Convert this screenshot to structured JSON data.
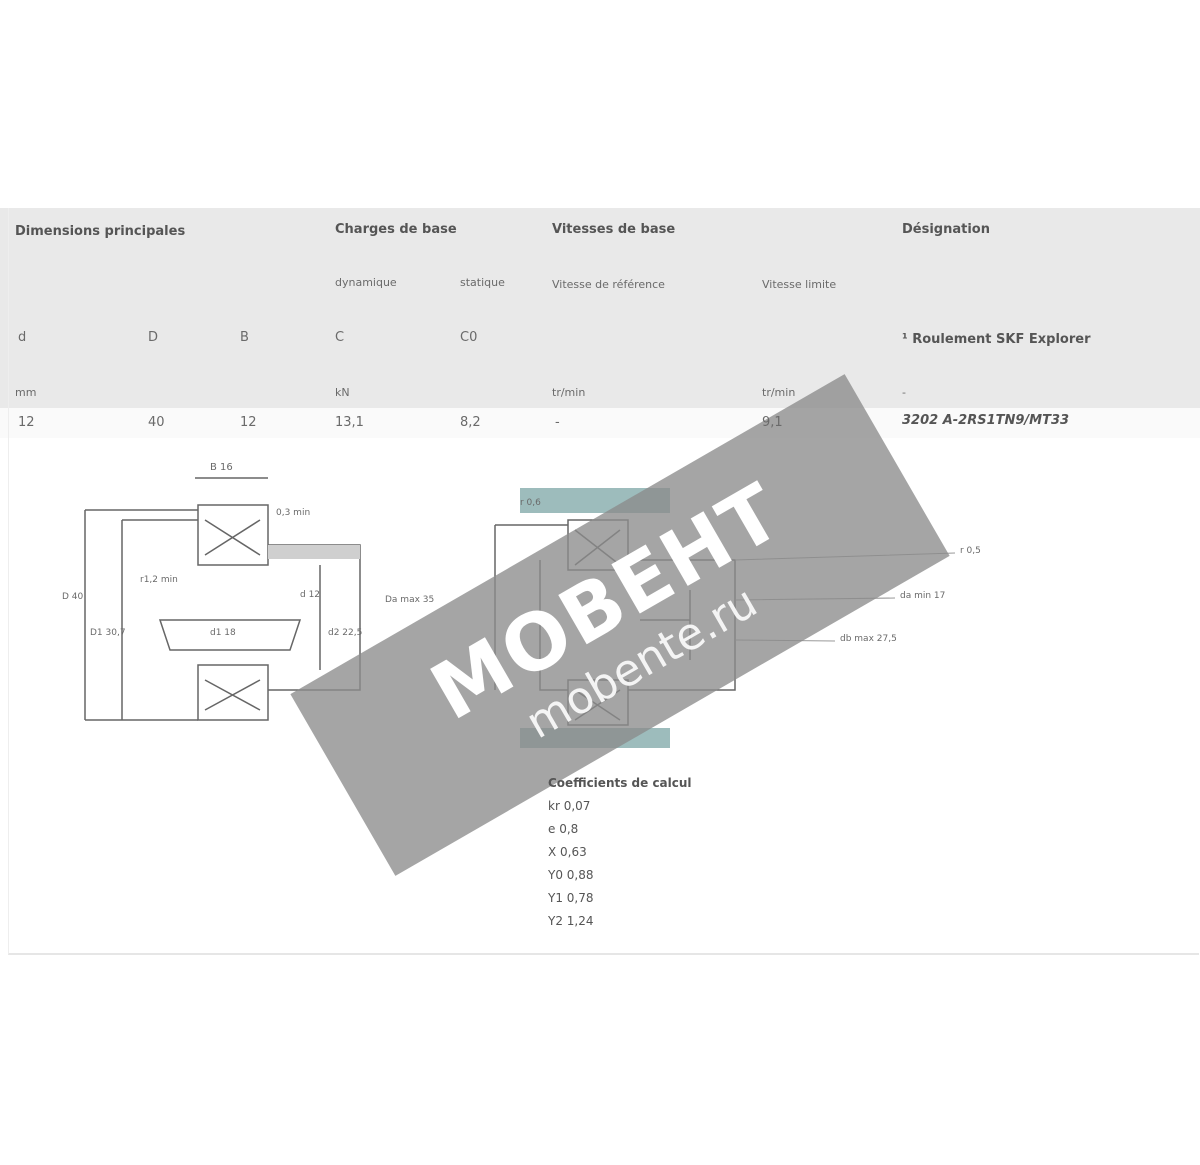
{
  "table": {
    "group_headers": {
      "dimensions": "Dimensions principales",
      "charges": "Charges de base",
      "vitesses": "Vitesses de base",
      "designation": "Désignation"
    },
    "sub_headers": {
      "dynamique": "dynamique",
      "statique": "statique",
      "vitesse_ref": "Vitesse de référence",
      "vitesse_lim": "Vitesse limite",
      "designation_note": "¹ Roulement SKF Explorer"
    },
    "symbols": [
      "d",
      "D",
      "B",
      "C",
      "C0"
    ],
    "units": [
      "mm",
      "kN",
      "tr/min",
      "tr/min",
      "-"
    ],
    "row": [
      "12",
      "40",
      "12",
      "13,1",
      "8,2",
      "-",
      "9,1",
      "3202 A-2RS1TN9/MT33"
    ]
  },
  "drawing": {
    "labels": [
      "B 16",
      "0,3 min",
      "r1,2 min",
      "D 40",
      "D1 30,7",
      "d1 18",
      "d 12",
      "d2 22,5",
      "Da max 35",
      "r 0,5",
      "da min 17",
      "db max 27,5",
      "r 0,6"
    ],
    "legend_title": "Coefficients de calcul",
    "legend_items": [
      "kr 0,07",
      "e 0,8",
      "X 0,63",
      "Y0 0,88",
      "Y1 0,78",
      "Y2 1,24"
    ]
  },
  "watermark": {
    "logo": "MOBEHT",
    "site": "mobente.ru"
  },
  "colors": {
    "header_bg": "#e9e9e9",
    "watermark": "#8c8c8c",
    "housing": "#8fb3b3"
  }
}
